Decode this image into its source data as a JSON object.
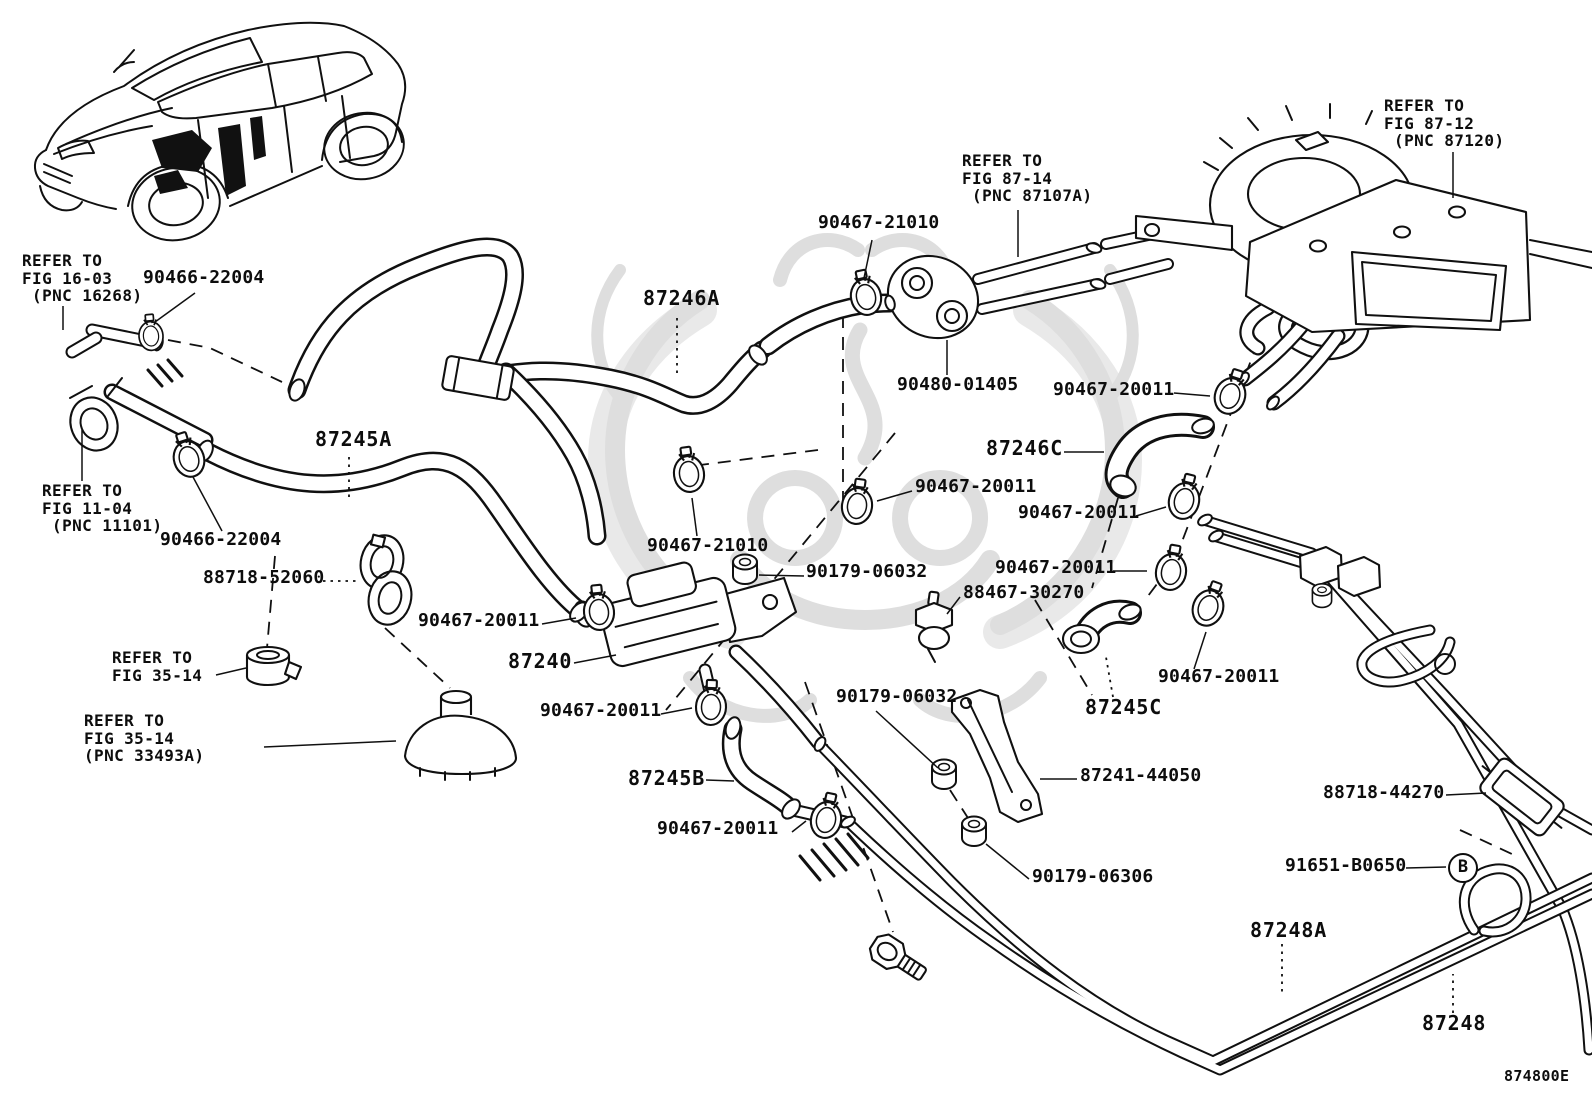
{
  "diagram_colors": {
    "line": "#101010",
    "watermark": "#dedede",
    "background": "#ffffff"
  },
  "labels": {
    "refFig1603": "REFER TO\nFIG 16-03\n (PNC 16268)",
    "n90466a": "90466-22004",
    "p87246a": "87246A",
    "n90467_21010a": "90467-21010",
    "refFig8714": "REFER TO\nFIG 87-14\n (PNC 87107A)",
    "refFig8712": "REFER TO\nFIG 87-12\n (PNC 87120)",
    "n90480": "90480-01405",
    "n20011a": "90467-20011",
    "p87246c": "87246C",
    "p87245a": "87245A",
    "refFig1104": "REFER TO\nFIG 11-04\n (PNC 11101)",
    "n90466b": "90466-22004",
    "n20011b": "90467-20011",
    "n20011c": "90467-20011",
    "n90467_21010b": "90467-21010",
    "n06032a": "90179-06032",
    "n20011d": "90467-20011",
    "n88467": "88467-30270",
    "n88718_52060": "88718-52060",
    "n20011e": "90467-20011",
    "p87240": "87240",
    "refFig3514a": "REFER TO\nFIG 35-14",
    "n20011f": "90467-20011",
    "n20011g": "90467-20011",
    "n06032b": "90179-06032",
    "refFig3514b": "REFER TO\nFIG 35-14\n(PNC 33493A)",
    "p87245c": "87245C",
    "p87245b": "87245B",
    "n87241": "87241-44050",
    "n88718_44270": "88718-44270",
    "n20011h": "90467-20011",
    "n91651": "91651-B0650",
    "n06306": "90179-06306",
    "p87248a": "87248A",
    "p87248": "87248",
    "bMarker": "B",
    "footer_code": "874800E"
  }
}
